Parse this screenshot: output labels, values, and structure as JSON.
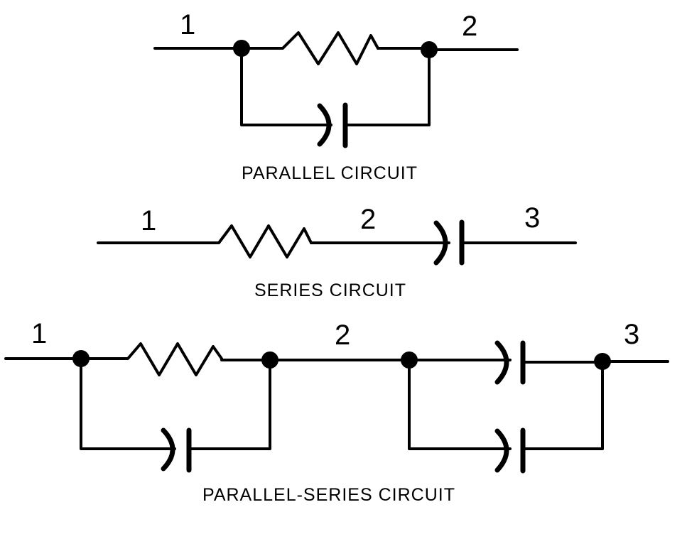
{
  "colors": {
    "ink": "#000000",
    "background": "#ffffff"
  },
  "parallel": {
    "caption": "PARALLEL CIRCUIT",
    "node_labels": [
      "1",
      "2"
    ]
  },
  "series": {
    "caption": "SERIES CIRCUIT",
    "node_labels": [
      "1",
      "2",
      "3"
    ]
  },
  "parallel_series": {
    "caption": "PARALLEL-SERIES CIRCUIT",
    "node_labels": [
      "1",
      "2",
      "3"
    ]
  }
}
